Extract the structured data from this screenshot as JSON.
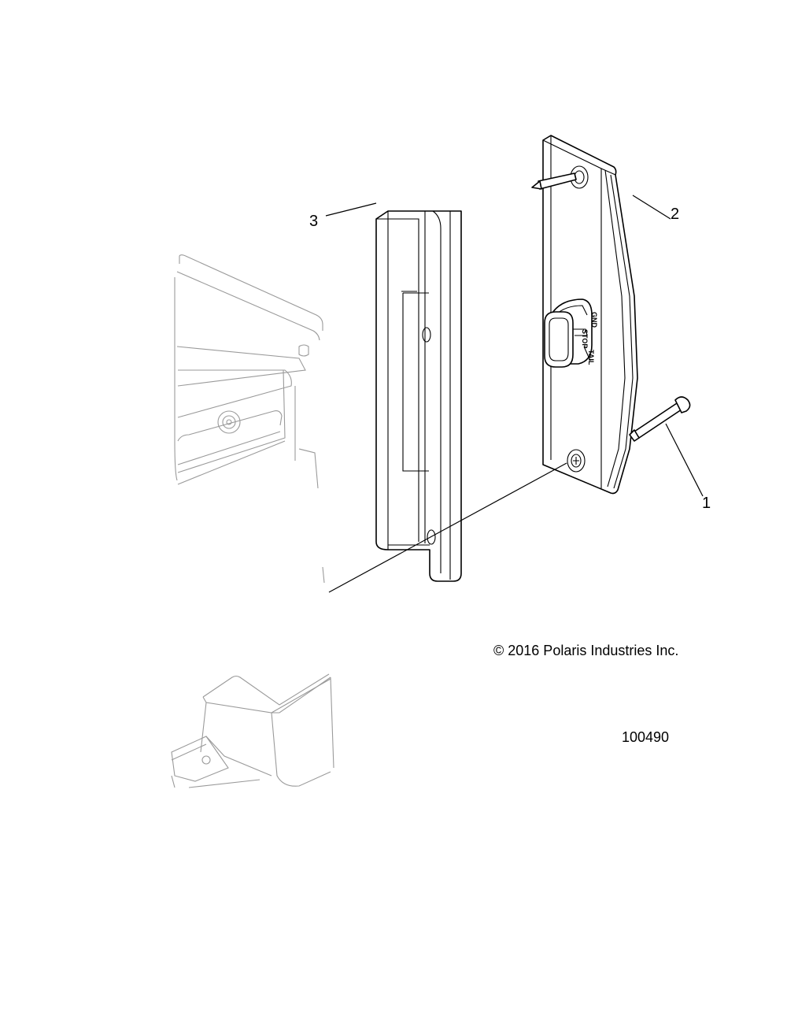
{
  "diagram": {
    "callouts": [
      {
        "id": "1",
        "label": "1"
      },
      {
        "id": "2",
        "label": "2"
      },
      {
        "id": "3",
        "label": "3"
      }
    ],
    "connector_labels": {
      "gnd": "GND",
      "stop": "STOP",
      "tail": "TAIL"
    },
    "copyright": "© 2016 Polaris Industries Inc.",
    "reference_number": "100490"
  }
}
